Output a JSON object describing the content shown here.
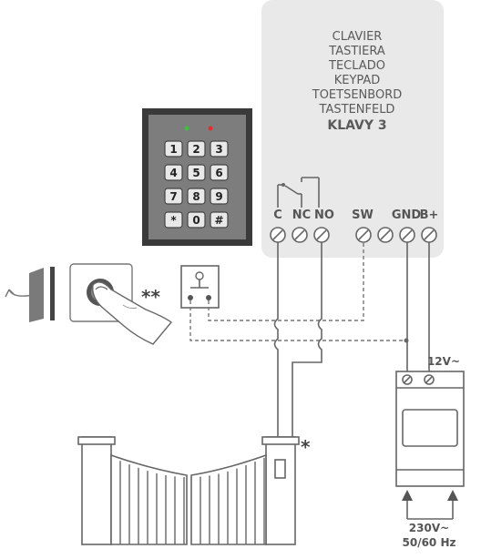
{
  "panel": {
    "titles": [
      "CLAVIER",
      "TASTIERA",
      "TECLADO",
      "KEYPAD",
      "TOETSENBORD",
      "TASTENFELD"
    ],
    "model": "KLAVY 3"
  },
  "terminals": {
    "c": "C",
    "nc": "NC",
    "no": "NO",
    "sw": "SW",
    "gnd": "GND",
    "bplus": "B+"
  },
  "keypad": {
    "keys": [
      "1",
      "2",
      "3",
      "4",
      "5",
      "6",
      "7",
      "8",
      "9",
      "*",
      "0",
      "#"
    ],
    "led_colors": [
      "#3fbf3f",
      "#e03030"
    ]
  },
  "power": {
    "output": "12V~",
    "input_voltage": "230V~",
    "input_freq": "50/60 Hz"
  },
  "marks": {
    "button_mark": "**",
    "gate_mark": "*"
  },
  "colors": {
    "panel": "#e9e9e9",
    "keypad_body": "#3a3a3a",
    "keypad_face": "#7d7d7d",
    "wire": "#666666"
  }
}
